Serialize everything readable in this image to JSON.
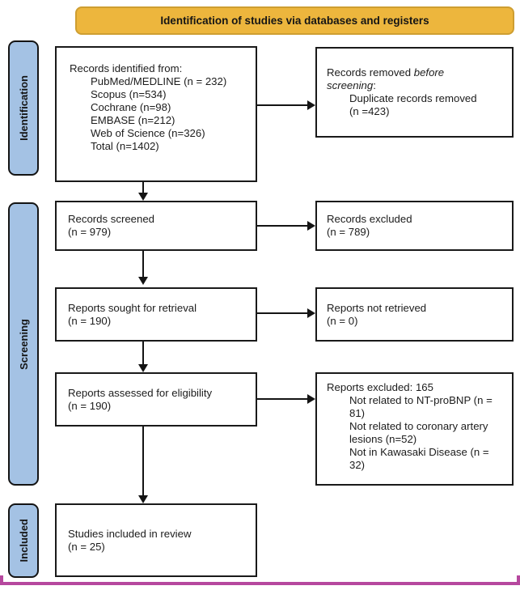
{
  "banner": {
    "title": "Identification of studies via databases and registers"
  },
  "sidebar": {
    "identification_label": "Identification",
    "screening_label": "Screening",
    "included_label": "Included"
  },
  "flow": {
    "identified": {
      "heading": "Records identified from:",
      "sources": [
        "PubMed/MEDLINE (n = 232)",
        "Scopus (n=534)",
        "Cochrane (n=98)",
        "EMBASE (n=212)",
        "Web of Science (n=326)",
        "Total (n=1402)"
      ]
    },
    "removed_before_screening": {
      "text_normal": "Records removed ",
      "text_italic": "before screening",
      "text_suffix": ":",
      "detail": "Duplicate records removed (n =423)"
    },
    "screened": {
      "line1": "Records screened",
      "line2": "(n = 979)"
    },
    "excluded": {
      "line1": "Records excluded",
      "line2": "(n = 789)"
    },
    "sought": {
      "line1": "Reports sought for retrieval",
      "line2": "(n = 190)"
    },
    "not_retrieved": {
      "line1": "Reports not retrieved",
      "line2": "(n = 0)"
    },
    "assessed": {
      "line1": "Reports assessed for eligibility",
      "line2": "(n = 190)"
    },
    "reports_excluded": {
      "heading": "Reports excluded: 165",
      "reasons": [
        "Not related to NT-proBNP (n = 81)",
        "Not related to coronary artery lesions (n=52)",
        "Not in Kawasaki Disease (n = 32)"
      ]
    },
    "included_studies": {
      "line1": "Studies included in review",
      "line2": "(n = 25)"
    }
  },
  "colors": {
    "banner_fill": "#EDB63D",
    "banner_border": "#CE9E31",
    "stage_fill": "#A4C2E4",
    "box_border": "#1A1A1A",
    "accent_line": "#B6489E"
  }
}
